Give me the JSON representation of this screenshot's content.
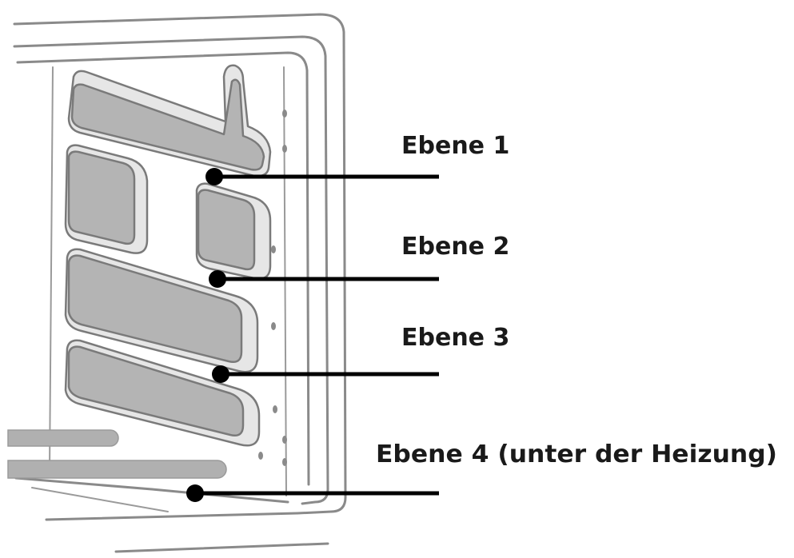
{
  "labels": {
    "level1": "Ebene 1",
    "level2": "Ebene 2",
    "level3": "Ebene 3",
    "level4": "Ebene 4 (unter der Heizung)"
  },
  "colors": {
    "outline": "#8a8a8a",
    "rail_fill": "#b4b4b4",
    "leader": "#000000",
    "text": "#1a1a1a"
  }
}
